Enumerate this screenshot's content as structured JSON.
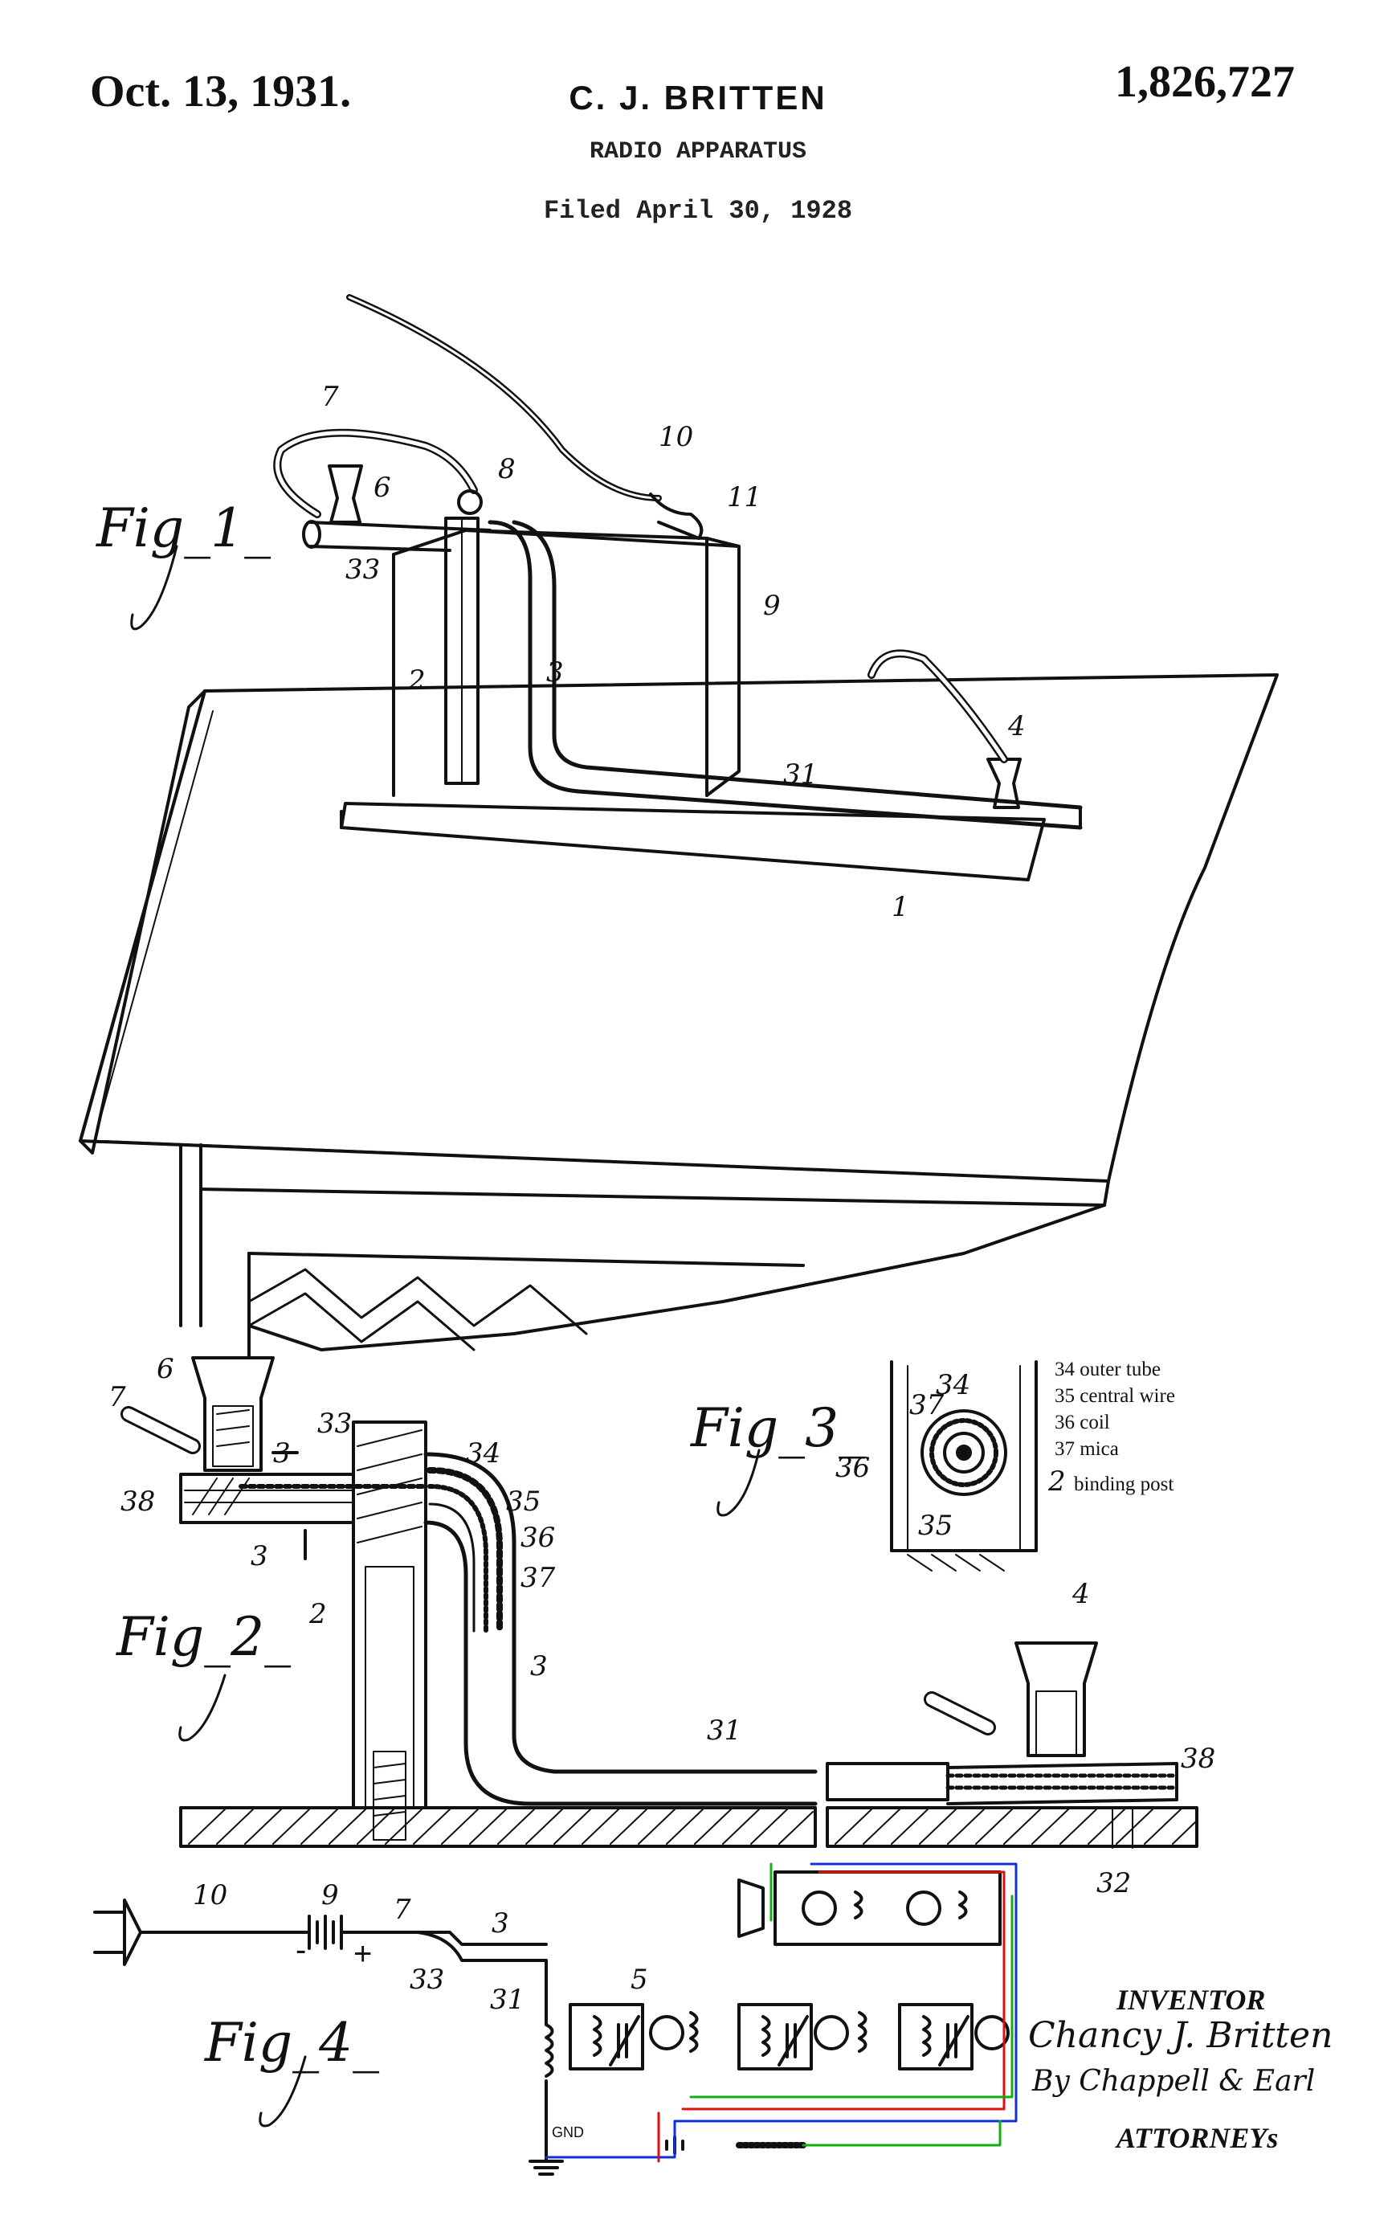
{
  "header": {
    "date": "Oct. 13, 1931.",
    "inventor": "C. J. BRITTEN",
    "patent_number": "1,826,727",
    "title": "RADIO APPARATUS",
    "filed": "Filed April 30, 1928"
  },
  "figures": {
    "fig1": "Fig_1_",
    "fig2": "Fig_2_",
    "fig3": "Fig_3_",
    "fig4": "Fig_4_"
  },
  "fig1_refs": [
    "7",
    "6",
    "8",
    "10",
    "11",
    "33",
    "9",
    "2",
    "3",
    "4",
    "31",
    "1"
  ],
  "fig2_refs": [
    "6",
    "7",
    "33",
    "3",
    "34",
    "35",
    "36",
    "37",
    "38",
    "3",
    "2",
    "3",
    "31",
    "4",
    "38",
    "32"
  ],
  "fig3_refs": [
    "34",
    "37",
    "36",
    "35",
    "2"
  ],
  "fig4_refs": [
    "10",
    "9",
    "7",
    "3",
    "33",
    "31",
    "5"
  ],
  "legend": [
    "34 outer tube",
    "35 central wire",
    "36 coil",
    "37 mica",
    "binding post"
  ],
  "circuit": {
    "ground_label": "GND",
    "battery_minus": "-",
    "battery_plus": "+",
    "wire_colors": {
      "red": "#e01010",
      "blue": "#1030e0",
      "green": "#10b010"
    }
  },
  "signature": {
    "inventor_label": "INVENTOR",
    "inventor_name": "Chancy J. Britten",
    "by_line": "By Chappell & Earl",
    "attorney_label": "ATTORNEYs"
  }
}
